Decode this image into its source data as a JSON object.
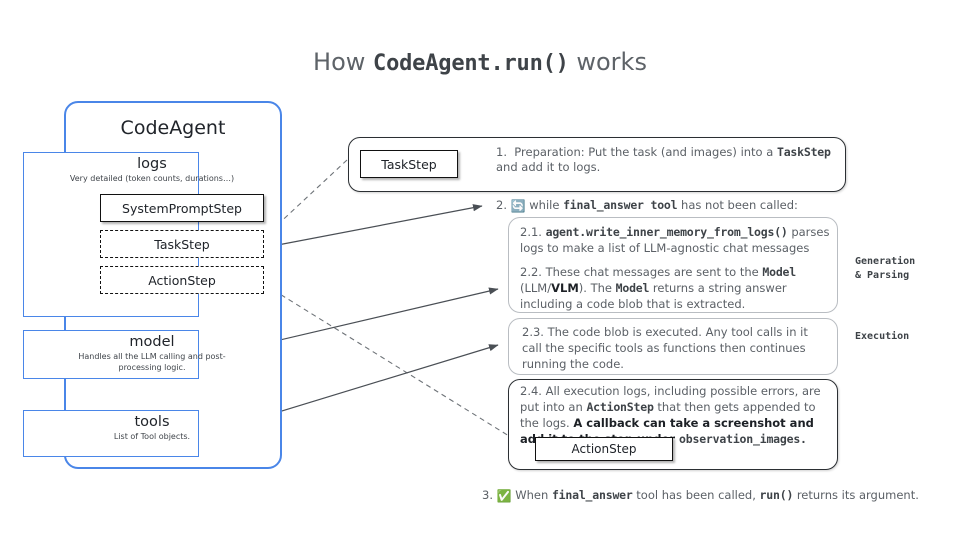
{
  "title": {
    "prefix": "How ",
    "code": "CodeAgent.run()",
    "suffix": " works"
  },
  "agent_panel": {
    "name": "CodeAgent",
    "logs": {
      "title": "logs",
      "subtitle": "Very detailed (token counts, durations…)",
      "steps": [
        {
          "label": "SystemPromptStep",
          "style": "solid"
        },
        {
          "label": "TaskStep",
          "style": "dashed"
        },
        {
          "label": "ActionStep",
          "style": "dashed"
        }
      ]
    },
    "model": {
      "title": "model",
      "subtitle": "Handles all the LLM calling and post-processing logic."
    },
    "tools": {
      "title": "tools",
      "subtitle": "List of Tool objects."
    }
  },
  "flow": {
    "step1": {
      "chip": "TaskStep",
      "number": "1.",
      "text_a": "Preparation: Put the task (and images) into a ",
      "code_a": "TaskStep",
      "text_b": " and add it to logs."
    },
    "loop": {
      "number": "2.",
      "icon": "loop-arrows-emoji",
      "icon_glyph": "🔄",
      "text_a": "while ",
      "code_a": "final_answer tool",
      "text_b": " has not been called:"
    },
    "step21": {
      "number": "2.1.",
      "code_a": "agent.write_inner_memory_from_logs()",
      "text_a": " parses logs to make a list of LLM-agnostic chat messages"
    },
    "step22": {
      "number": "2.2.",
      "text_a": "These chat messages are sent to the ",
      "code_a": "Model",
      "text_b": " (LLM/",
      "bold_a": "VLM",
      "text_c": "). The ",
      "code_b": "Model",
      "text_d": " returns a string answer including a code blob that is extracted."
    },
    "step23": {
      "number": "2.3.",
      "text_a": "The code blob is executed. Any tool calls in it call the specific tools as functions then continues running the code."
    },
    "step24": {
      "number": "2.4.",
      "text_a": "All execution logs, including possible errors, are put into an ",
      "code_a": "ActionStep",
      "text_b": " that then gets appended to the logs. ",
      "bold_a": "A callback can  take a screenshot and add it to the step under ",
      "code_b": "observation_images.",
      "chip": "ActionStep"
    },
    "step3": {
      "number": "3.",
      "icon": "check-mark-button-emoji",
      "icon_glyph": "✅",
      "text_a": "When ",
      "code_a": "final_answer",
      "text_b": " tool has been called, ",
      "code_b": "run()",
      "text_c": " returns its argument."
    },
    "side_labels": {
      "generation": "Generation\n& Parsing",
      "execution": "Execution"
    }
  },
  "colors": {
    "accent_blue": "#4a86e8",
    "text_gray": "#5b6066",
    "ink": "#20242a",
    "faint_border": "#b9bdc2"
  }
}
